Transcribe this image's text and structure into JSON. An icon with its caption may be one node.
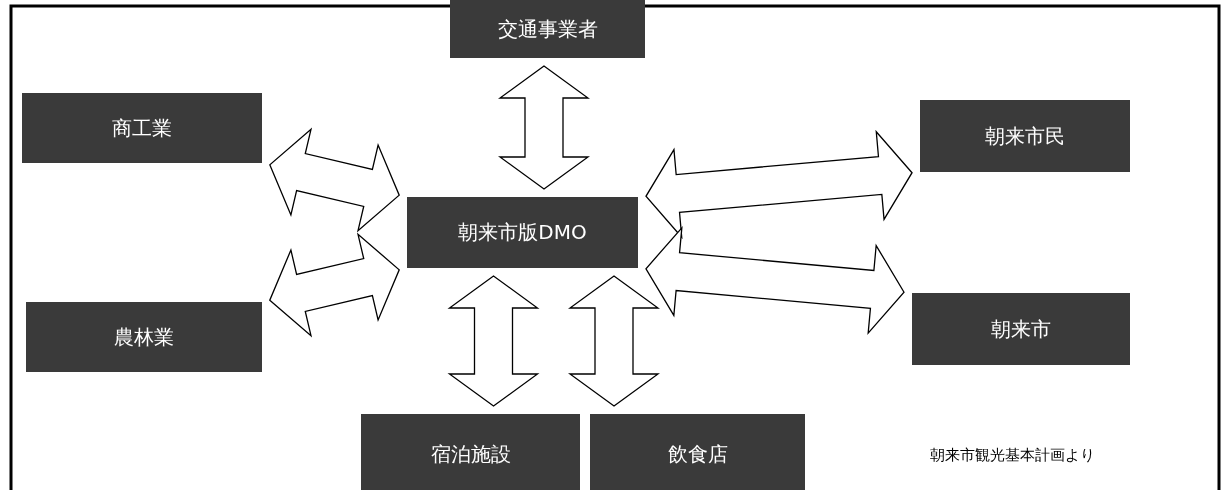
{
  "diagram": {
    "nodes": [
      {
        "text": [
          "交通事業者"
        ]
      },
      {
        "text": [
          "商工業"
        ]
      },
      {
        "text": [
          "朝来市民"
        ]
      },
      {
        "text": [
          "朝来市版DMO"
        ]
      },
      {
        "text": [
          "農林業"
        ]
      },
      {
        "text": [
          "朝来市"
        ]
      },
      {
        "text": [
          "宿泊施設"
        ]
      },
      {
        "text": [
          "飲食店"
        ]
      }
    ],
    "edges": [
      {
        "from": 0,
        "to": 3,
        "arrow": "both"
      },
      {
        "from": 1,
        "to": 3,
        "arrow": "both"
      },
      {
        "from": 2,
        "to": 3,
        "arrow": "both"
      },
      {
        "from": 4,
        "to": 3,
        "arrow": "both"
      },
      {
        "from": 5,
        "to": 3,
        "arrow": "both"
      },
      {
        "from": 6,
        "to": 3,
        "arrow": "both"
      },
      {
        "from": 7,
        "to": 3,
        "arrow": "both"
      }
    ],
    "labels": [
      "朝来市観光基本計画より"
    ]
  }
}
